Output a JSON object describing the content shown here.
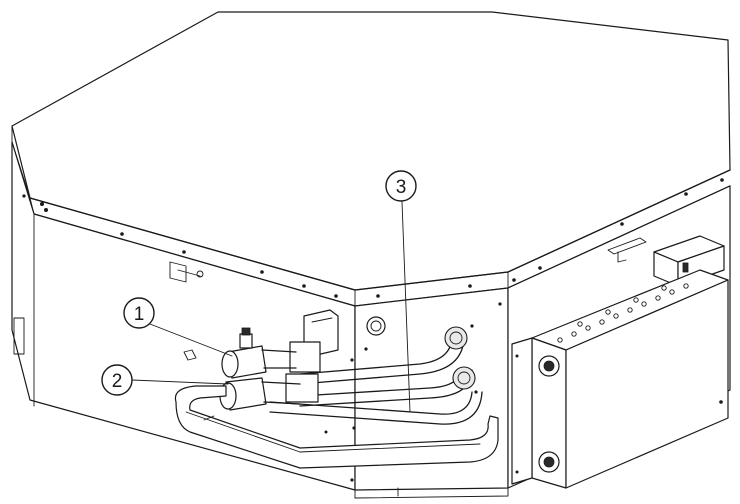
{
  "callouts": [
    {
      "number": "1"
    },
    {
      "number": "2"
    },
    {
      "number": "3"
    }
  ],
  "colors": {
    "line": "#1a1a1a",
    "background": "#ffffff",
    "shade": "#e9e9e9"
  }
}
